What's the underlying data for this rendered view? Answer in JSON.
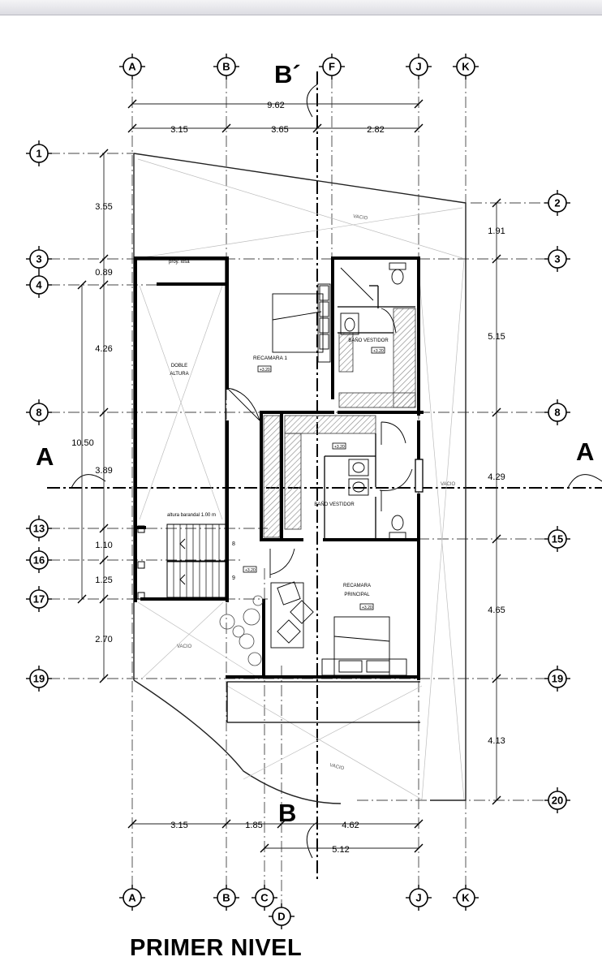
{
  "title": "PRIMER NIVEL",
  "colors": {
    "ink": "#111111",
    "axis": "#333333",
    "hatch": "#9a9a9a",
    "light": "#bdbdbd"
  },
  "grid_columns": {
    "top": [
      "A",
      "B",
      "F",
      "J",
      "K"
    ],
    "bottom": [
      "A",
      "B",
      "C",
      "D",
      "J",
      "K"
    ]
  },
  "grid_rows": {
    "left": [
      "1",
      "3",
      "4",
      "8",
      "13",
      "16",
      "17",
      "19"
    ],
    "right": [
      "2",
      "3",
      "8",
      "15",
      "19",
      "20"
    ]
  },
  "section_marks": {
    "b_top": "B´",
    "b_bottom": "B",
    "a_left": "A",
    "a_right": "A"
  },
  "dimensions": {
    "top_total": "9.62",
    "top_parts": [
      "3.15",
      "3.65",
      "2.82"
    ],
    "bottom_parts": [
      "3.15",
      "1.85",
      "4.62"
    ],
    "bottom_sub": "5.12",
    "left_outer": "10.50",
    "left_parts": [
      "3.55",
      "0.89",
      "4.26",
      "3.89",
      "1.10",
      "1.25",
      "2.70"
    ],
    "right_parts": [
      "1.91",
      "5.15",
      "4.29",
      "4.65",
      "4.13"
    ]
  },
  "labels": {
    "proy_losa": "proy. losa",
    "vacio_1": "VACIO",
    "vacio_2": "VACIO",
    "vacio_3": "VACIO",
    "vacio_4": "VACIO",
    "doble_1": "DOBLE",
    "doble_2": "ALTURA",
    "recamara_1": "RECAMARA  1",
    "bano_1": "BAÑO VESTIDOR",
    "bano_2": "BAÑO VESTIDOR",
    "recamara_p1": "RECAMARA",
    "recamara_p2": "PRINCIPAL",
    "barandal": "altura barandal 1.00 m",
    "level": "+3.20",
    "stair_a": "8",
    "stair_b": "9"
  }
}
